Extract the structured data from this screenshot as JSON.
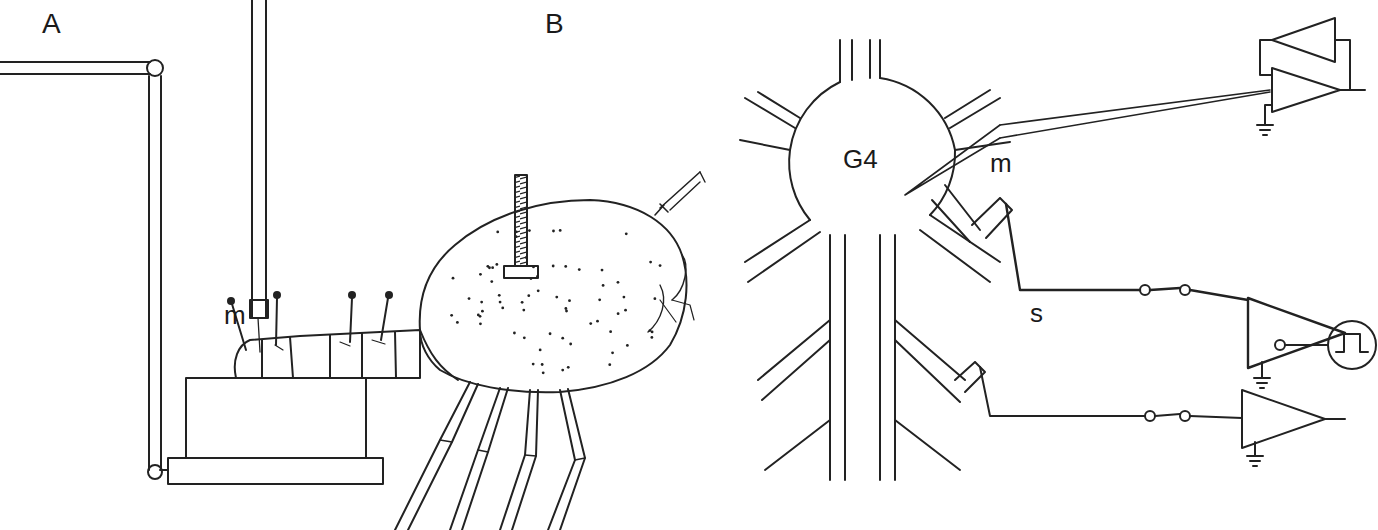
{
  "diagram": {
    "labels": [
      "A",
      "m",
      "B",
      "G4",
      "m",
      "s"
    ]
  }
}
